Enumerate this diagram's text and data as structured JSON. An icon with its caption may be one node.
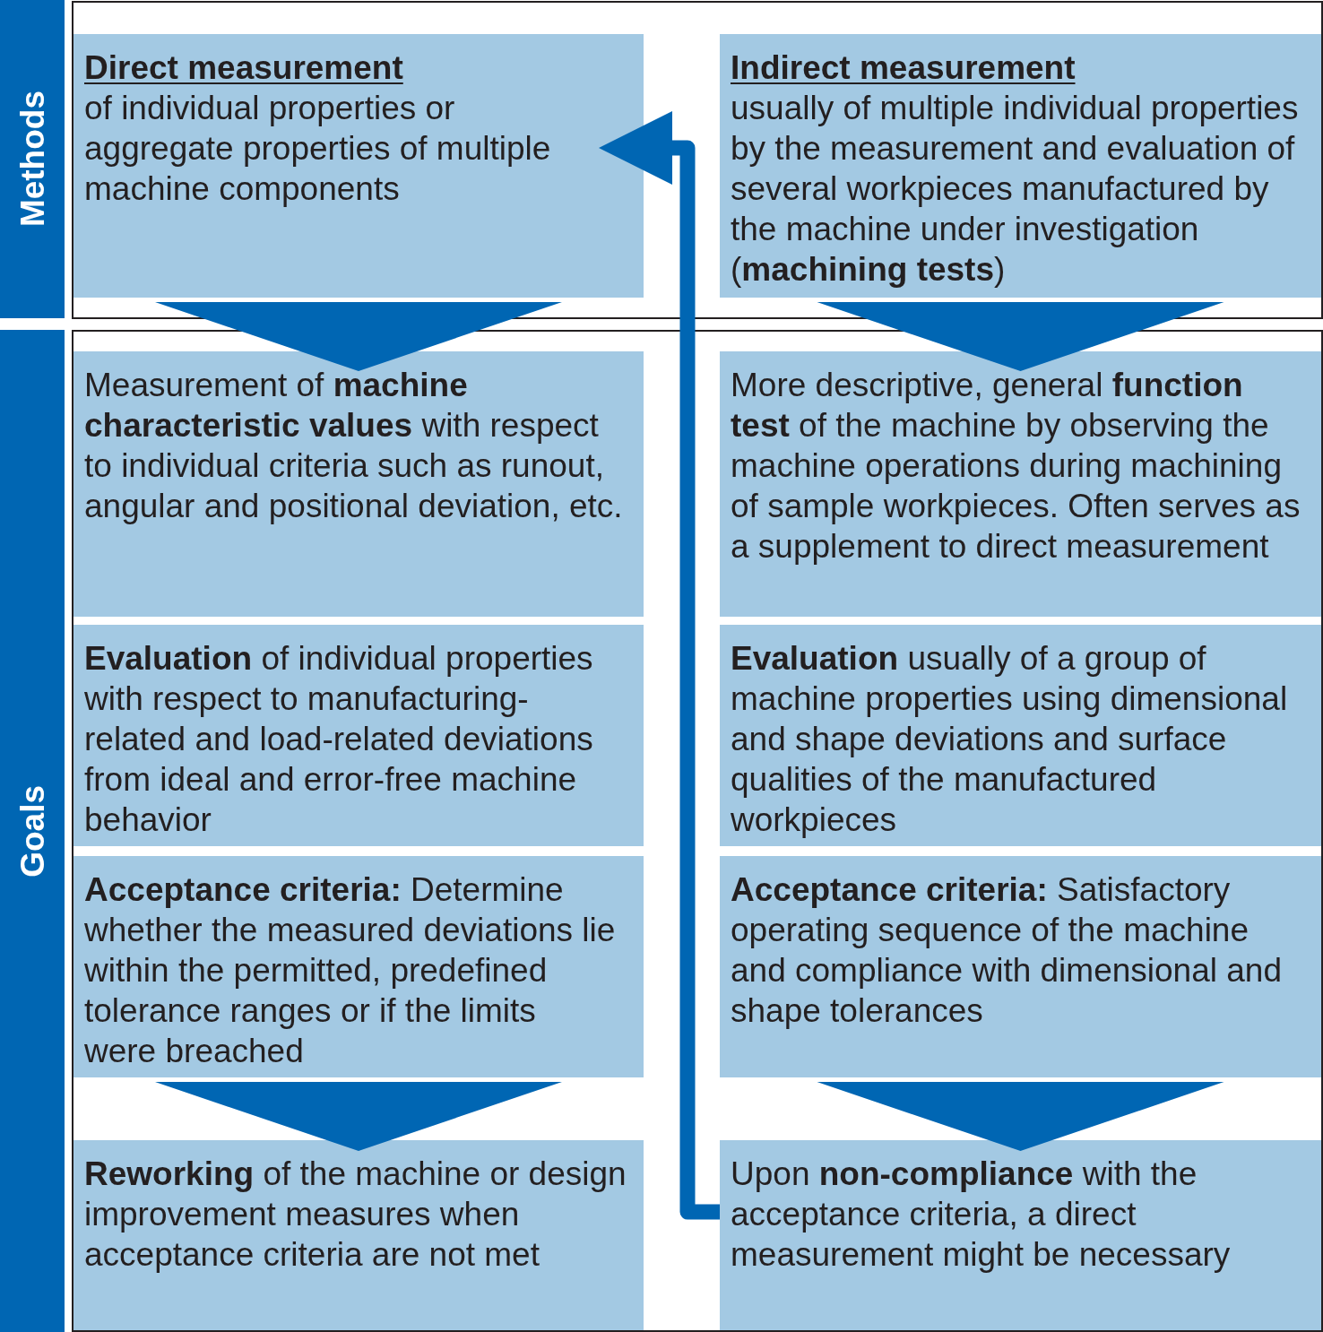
{
  "diagram": {
    "nodes": [
      {
        "text": [
          "Methods"
        ]
      },
      {
        "text": [
          "Direct measurement",
          "of individual properties or aggregate properties of multiple machine components"
        ]
      },
      {
        "text": [
          "Indirect measurement",
          "usually of multiple individual properties by the measurement and evaluation of several workpieces manufactured by the machine under investigation (**machining tests**)"
        ]
      },
      {
        "text": [
          "Goals"
        ]
      },
      {
        "text": [
          "Measurement of **machine characteristic values** with respect to individual criteria such as runout, angular and positional deviation, etc."
        ]
      },
      {
        "text": [
          "More descriptive, general **function test** of the machine by observing the machine operations during machining of sample workpieces. Often serves as a supplement to direct measurement"
        ]
      },
      {
        "text": [
          "**Evaluation** of individual properties with respect to manufacturing-related and load-related deviations from ideal and error-free machine behavior"
        ]
      },
      {
        "text": [
          "**Evaluation** usually of a group of machine properties using dimensional and shape deviations and surface qualities of the manufactured workpieces"
        ]
      },
      {
        "text": [
          "**Acceptance criteria:** Determine whether the measured deviations lie within the permitted, predefined tolerance ranges or if the limits were breached"
        ]
      },
      {
        "text": [
          "**Acceptance criteria:** Satisfactory operating sequence of the machine and compliance with dimensional and shape tolerances"
        ]
      },
      {
        "text": [
          "**Reworking** of the machine or design improvement measures when acceptance criteria are not met"
        ]
      },
      {
        "text": [
          "Upon **non-compliance** with the acceptance criteria, a direct measurement might be necessary"
        ]
      }
    ],
    "edges": [
      {
        "from": 1,
        "to": 4,
        "arrow": "to"
      },
      {
        "from": 2,
        "to": 5,
        "arrow": "to"
      },
      {
        "from": 8,
        "to": 10,
        "arrow": "to"
      },
      {
        "from": 9,
        "to": 11,
        "arrow": "to"
      },
      {
        "from": 11,
        "to": 1,
        "arrow": "to"
      }
    ]
  }
}
